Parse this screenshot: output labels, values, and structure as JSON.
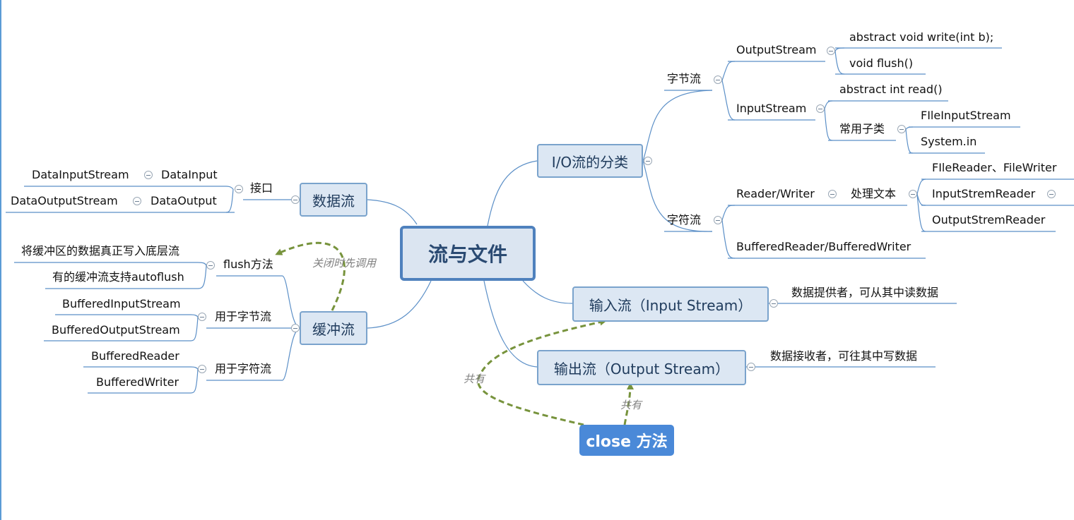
{
  "central": "流与文件",
  "close_node": "close 方法",
  "main": {
    "io": "I/O流的分类",
    "datastream": "数据流",
    "buffer": "缓冲流",
    "input": "输入流（Input Stream）",
    "output": "输出流（Output Stream）"
  },
  "io_tree": {
    "byte_stream": "字节流",
    "output_stream": "OutputStream",
    "write_method": "abstract void write(int b);",
    "flush_method": "void flush()",
    "input_stream": "InputStream",
    "read_method": "abstract int read()",
    "common_subclasses": "常用子类",
    "file_input_stream": "FIleInputStream",
    "system_in": "System.in",
    "char_stream": "字符流",
    "reader_writer": "Reader/Writer",
    "process_text": "处理文本",
    "file_reader_writer": "FIleReader、FileWriter",
    "input_strem_reader": "InputStremReader",
    "output_strem_reader": "OutputStremReader",
    "buffered_reader_writer": "BufferedReader/BufferedWriter"
  },
  "data_tree": {
    "interface": "接口",
    "data_input": "DataInput",
    "data_input_stream": "DataInputStream",
    "data_output": "DataOutput",
    "data_output_stream": "DataOutputStream"
  },
  "buffer_tree": {
    "flush": "flush方法",
    "flush_note_1": "将缓冲区的数据真正写入底层流",
    "flush_note_2": "有的缓冲流支持autoflush",
    "for_bytes": "用于字节流",
    "buffered_input_stream": "BufferedInputStream",
    "buffered_output_stream": "BufferedOutputStream",
    "for_chars": "用于字符流",
    "buffered_reader": "BufferedReader",
    "buffered_writer": "BufferedWriter"
  },
  "input_desc": "数据提供者，可从其中读数据",
  "output_desc": "数据接收者，可往其中写数据",
  "relations": {
    "close_first": "关闭时先调用",
    "shared_left": "共有",
    "shared_right": "共有"
  },
  "colors": {
    "branch_line": "#5b8fc7",
    "relation_arrow": "#77933c",
    "node_border": "#7aa3cc",
    "node_fill": "#dce7f3",
    "central_border": "#4f81bd",
    "close_fill": "#4a89d8"
  }
}
